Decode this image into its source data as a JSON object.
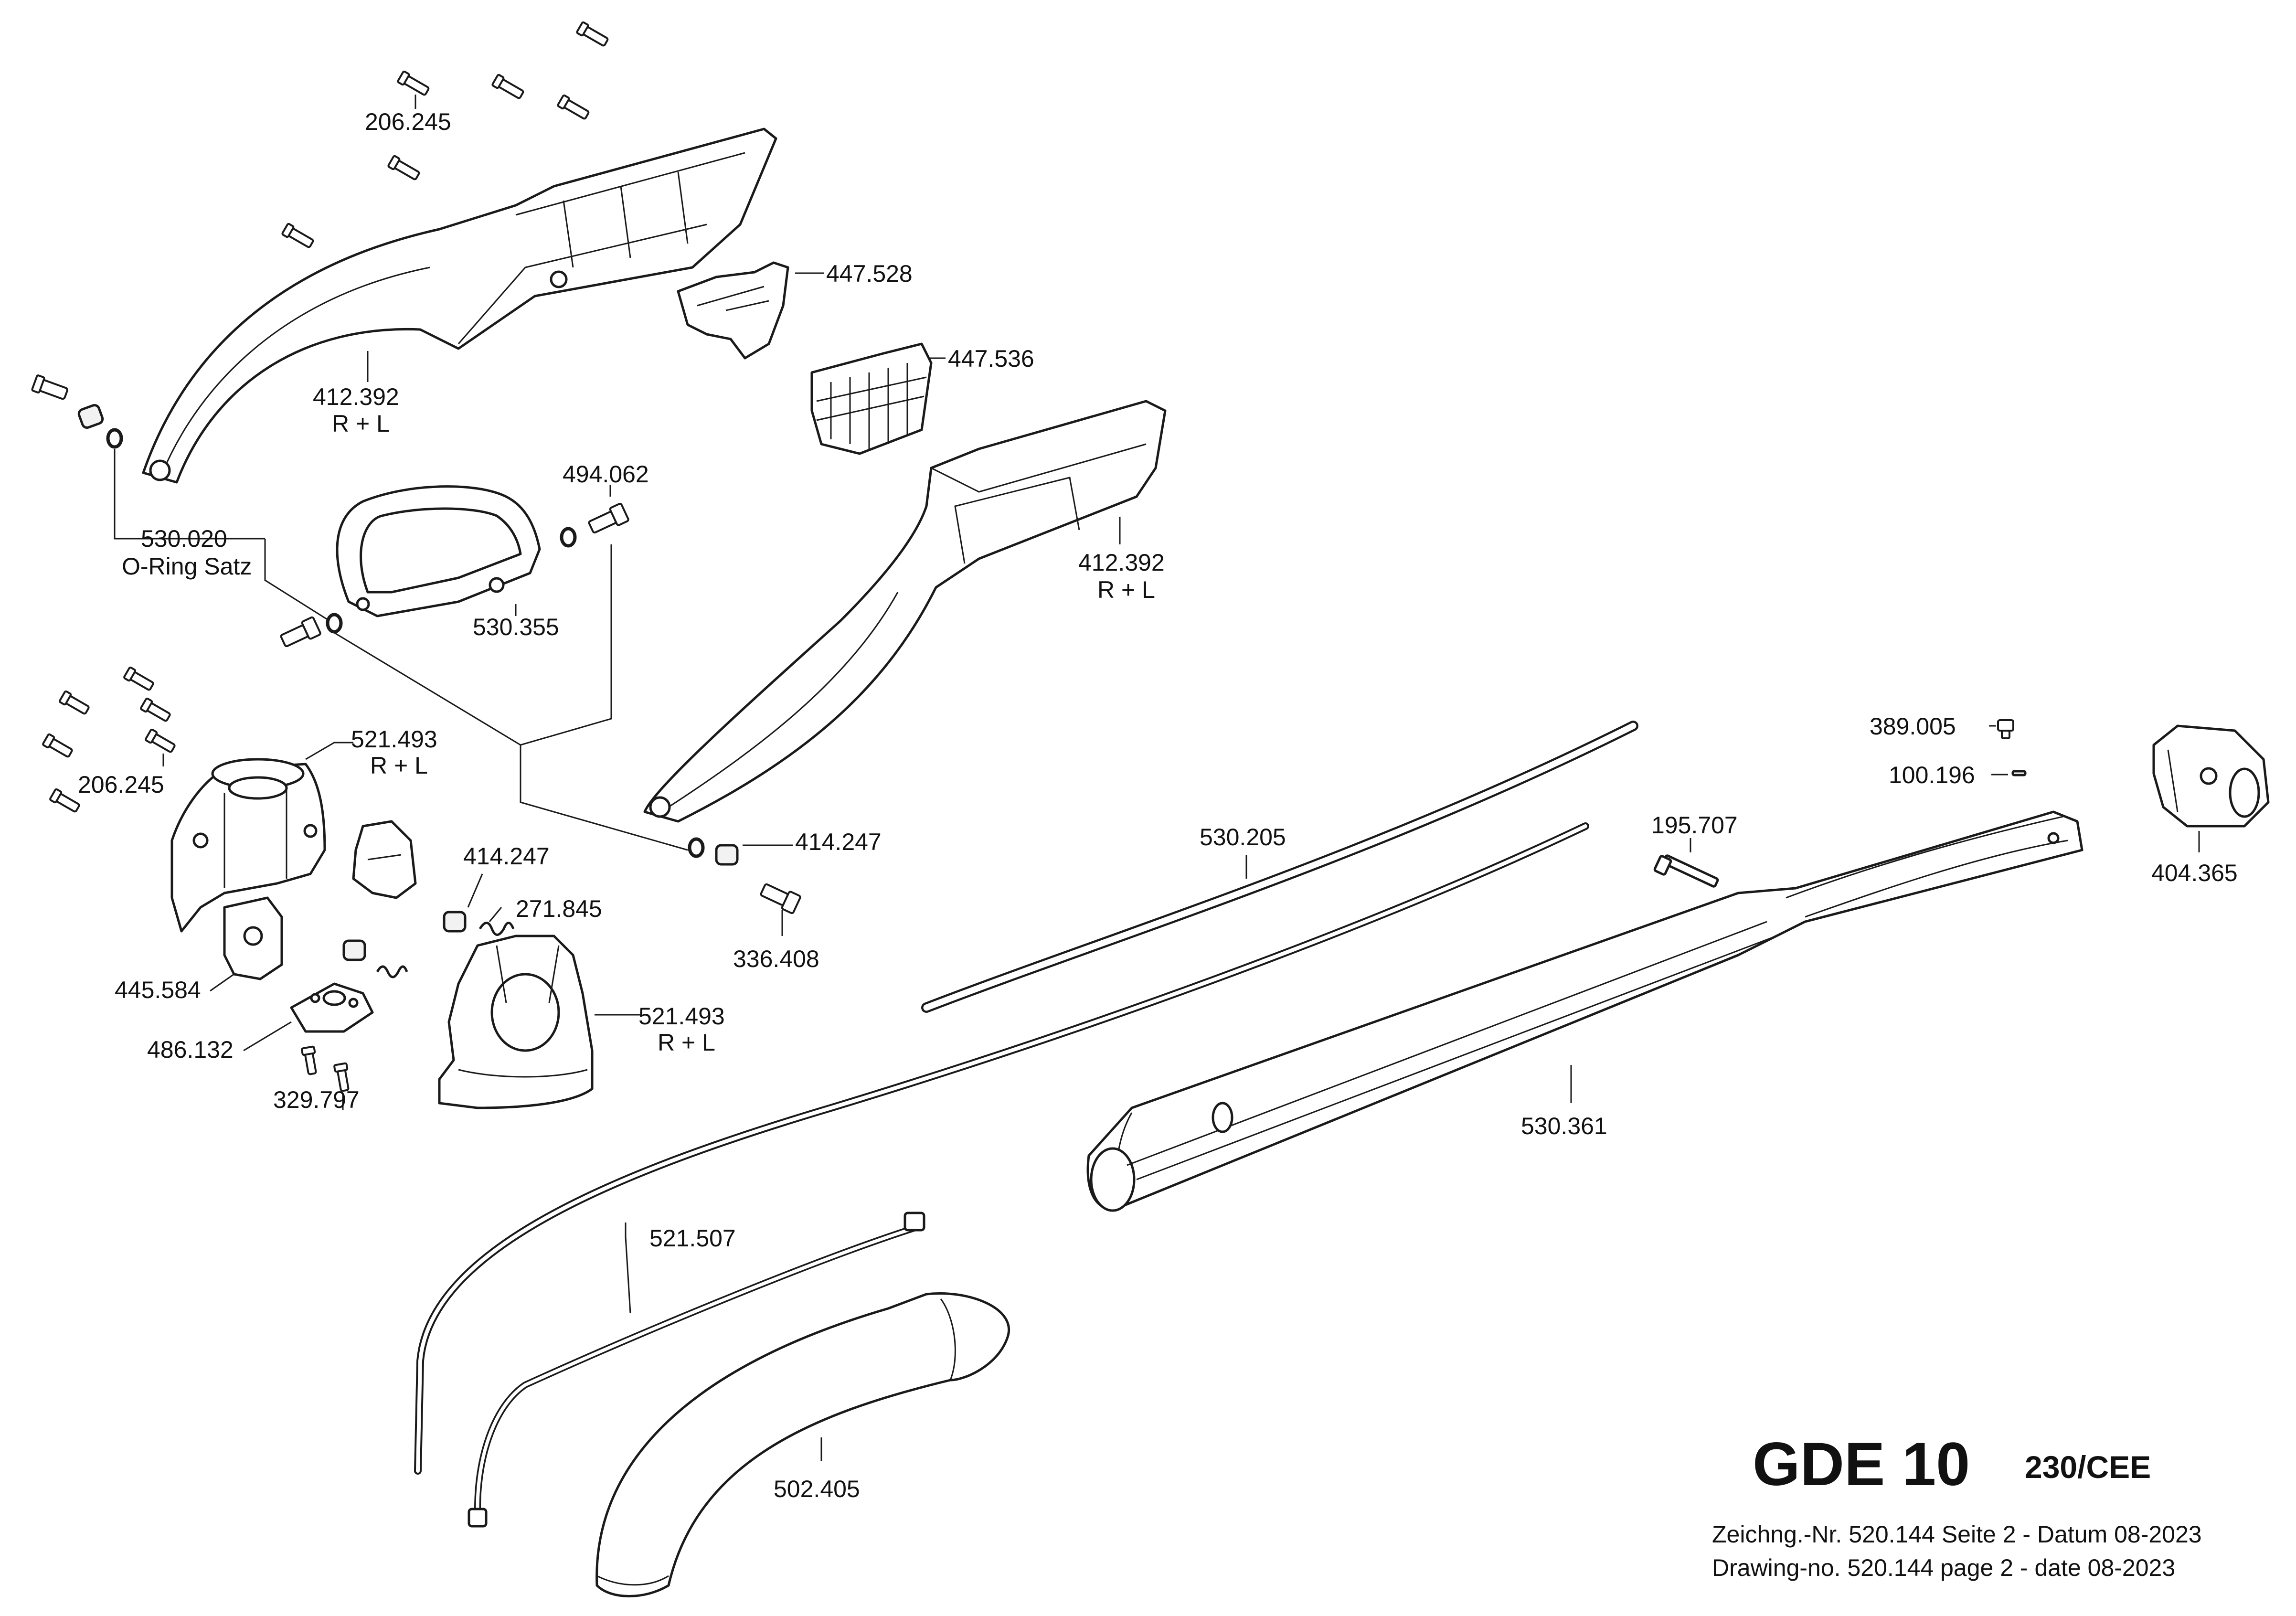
{
  "title": {
    "model": "GDE 10",
    "variant": "230/CEE"
  },
  "footer": {
    "line_de": "Zeichng.-Nr. 520.144  Seite 2 - Datum 08-2023",
    "line_en": "Drawing-no. 520.144  page 2 - date  08-2023"
  },
  "labels": {
    "p206_245_top": "206.245",
    "p447_528": "447.528",
    "p447_536": "447.536",
    "p412_392_left": "412.392",
    "p412_392_left_sub": "R + L",
    "p494_062": "494.062",
    "p530_020": "530.020",
    "p530_020_sub": "O-Ring Satz",
    "p530_355": "530.355",
    "p412_392_right": "412.392",
    "p412_392_right_sub": "R + L",
    "p521_493_top": "521.493",
    "p521_493_top_sub": "R + L",
    "p206_245_mid": "206.245",
    "p414_247_a": "414.247",
    "p414_247_b": "414.247",
    "p271_845": "271.845",
    "p336_408": "336.408",
    "p445_584": "445.584",
    "p486_132": "486.132",
    "p521_493_bot": "521.493",
    "p521_493_bot_sub": "R + L",
    "p329_797": "329.797",
    "p530_205": "530.205",
    "p389_005": "389.005",
    "p100_196": "100.196",
    "p195_707": "195.707",
    "p404_365": "404.365",
    "p530_361": "530.361",
    "p521_507": "521.507",
    "p502_405": "502.405"
  }
}
